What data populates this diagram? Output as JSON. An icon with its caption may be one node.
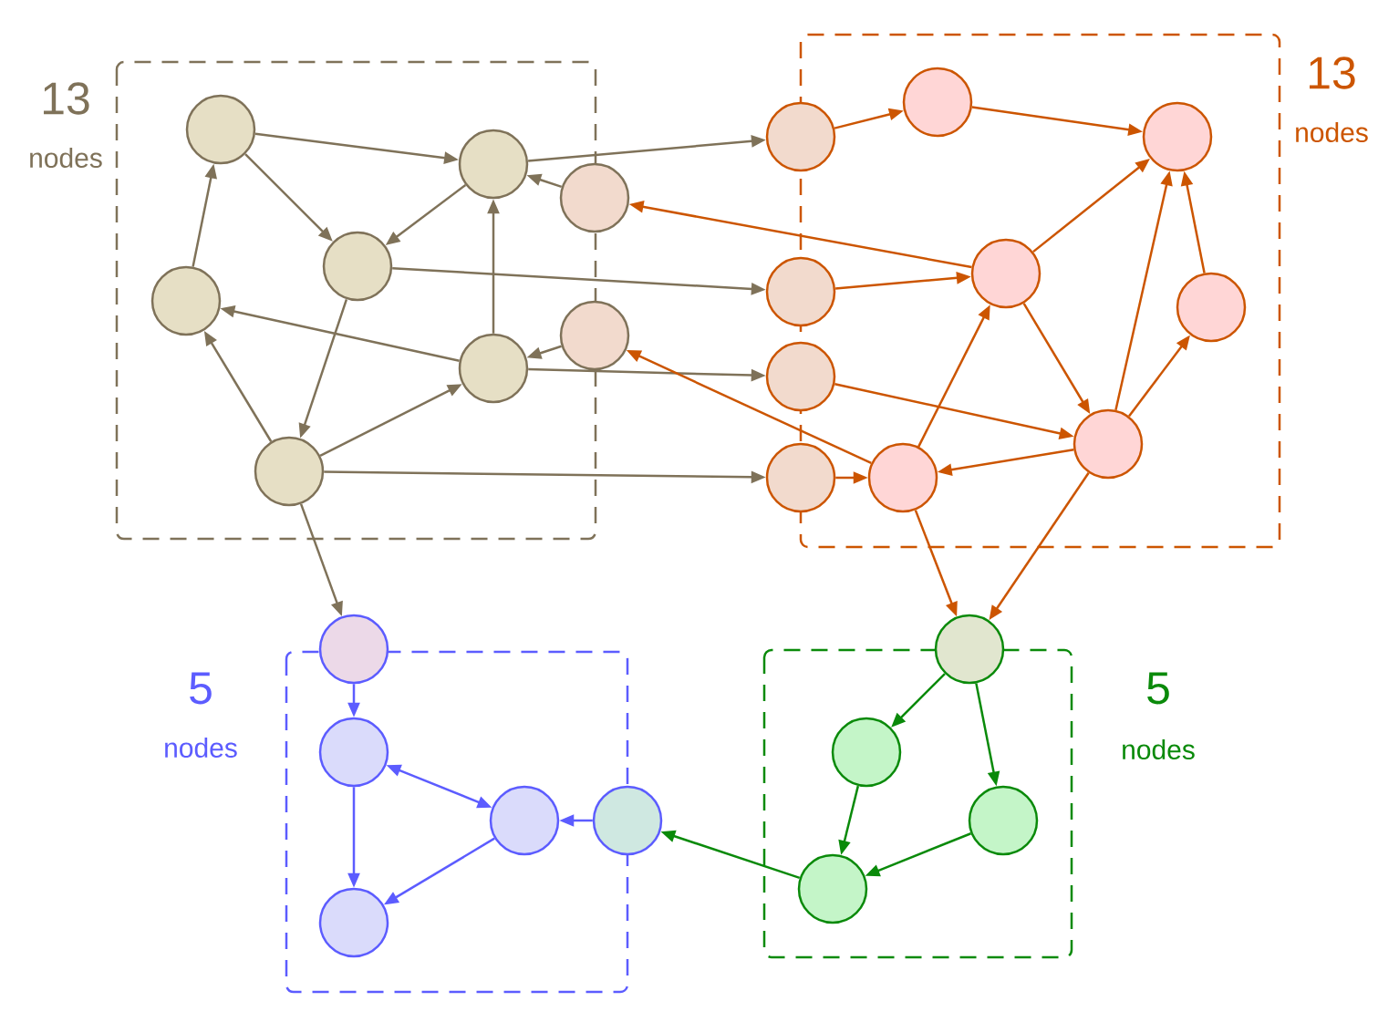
{
  "diagram": {
    "nodes": [
      {
        "text": [
          "13",
          "nodes"
        ]
      },
      {
        "text": [
          "13",
          "nodes"
        ]
      },
      {
        "text": [
          "5",
          "nodes"
        ]
      },
      {
        "text": [
          "5",
          "nodes"
        ]
      },
      {
        "text": [],
        "shape": "circle",
        "in": 0
      },
      {
        "text": [],
        "shape": "circle",
        "in": 0
      },
      {
        "text": [],
        "shape": "circle",
        "in": 0
      },
      {
        "text": [],
        "shape": "circle",
        "in": 0
      },
      {
        "text": [],
        "shape": "circle",
        "in": 0
      },
      {
        "text": [],
        "shape": "circle",
        "in": 0
      },
      {
        "text": [],
        "shape": "circle"
      },
      {
        "text": [],
        "shape": "circle"
      },
      {
        "text": [],
        "shape": "circle"
      },
      {
        "text": [],
        "shape": "circle"
      },
      {
        "text": [],
        "shape": "circle"
      },
      {
        "text": [],
        "shape": "circle"
      },
      {
        "text": [],
        "shape": "circle",
        "in": 1
      },
      {
        "text": [],
        "shape": "circle",
        "in": 1
      },
      {
        "text": [],
        "shape": "circle",
        "in": 1
      },
      {
        "text": [],
        "shape": "circle",
        "in": 1
      },
      {
        "text": [],
        "shape": "circle",
        "in": 1
      },
      {
        "text": [],
        "shape": "circle",
        "in": 1
      },
      {
        "text": [],
        "shape": "circle"
      },
      {
        "text": [],
        "shape": "circle",
        "in": 3
      },
      {
        "text": [],
        "shape": "circle",
        "in": 3
      },
      {
        "text": [],
        "shape": "circle",
        "in": 3
      },
      {
        "text": [],
        "shape": "circle"
      },
      {
        "text": [],
        "shape": "circle"
      },
      {
        "text": [],
        "shape": "circle",
        "in": 2
      },
      {
        "text": [],
        "shape": "circle",
        "in": 2
      },
      {
        "text": [],
        "shape": "circle",
        "in": 2
      }
    ],
    "edges": [
      {
        "from": 4,
        "to": 5,
        "arrow": "to",
        "color": "#7f7259"
      },
      {
        "from": 4,
        "to": 6,
        "arrow": "to",
        "color": "#7f7259"
      },
      {
        "from": 5,
        "to": 6,
        "arrow": "to",
        "color": "#7f7259"
      },
      {
        "from": 7,
        "to": 4,
        "arrow": "to",
        "color": "#7f7259"
      },
      {
        "from": 9,
        "to": 7,
        "arrow": "to",
        "color": "#7f7259"
      },
      {
        "from": 6,
        "to": 9,
        "arrow": "to",
        "color": "#7f7259"
      },
      {
        "from": 9,
        "to": 8,
        "arrow": "to",
        "color": "#7f7259"
      },
      {
        "from": 8,
        "to": 5,
        "arrow": "to",
        "color": "#7f7259"
      },
      {
        "from": 8,
        "to": 7,
        "arrow": "to",
        "color": "#7f7259"
      },
      {
        "from": 10,
        "to": 5,
        "arrow": "to",
        "color": "#7f7259"
      },
      {
        "from": 11,
        "to": 8,
        "arrow": "to",
        "color": "#7f7259"
      },
      {
        "from": 5,
        "to": 12,
        "arrow": "to",
        "color": "#7f7259"
      },
      {
        "from": 6,
        "to": 13,
        "arrow": "to",
        "color": "#7f7259"
      },
      {
        "from": 8,
        "to": 14,
        "arrow": "to",
        "color": "#7f7259"
      },
      {
        "from": 9,
        "to": 15,
        "arrow": "to",
        "color": "#7f7259"
      },
      {
        "from": 9,
        "to": 27,
        "arrow": "to",
        "color": "#7f7259"
      },
      {
        "from": 12,
        "to": 16,
        "arrow": "to",
        "color": "#cc5500"
      },
      {
        "from": 16,
        "to": 17,
        "arrow": "to",
        "color": "#cc5500"
      },
      {
        "from": 18,
        "to": 10,
        "arrow": "to",
        "color": "#cc5500"
      },
      {
        "from": 13,
        "to": 18,
        "arrow": "to",
        "color": "#cc5500"
      },
      {
        "from": 18,
        "to": 17,
        "arrow": "to",
        "color": "#cc5500"
      },
      {
        "from": 18,
        "to": 20,
        "arrow": "to",
        "color": "#cc5500"
      },
      {
        "from": 14,
        "to": 20,
        "arrow": "to",
        "color": "#cc5500"
      },
      {
        "from": 20,
        "to": 17,
        "arrow": "to",
        "color": "#cc5500"
      },
      {
        "from": 20,
        "to": 19,
        "arrow": "to",
        "color": "#cc5500"
      },
      {
        "from": 19,
        "to": 17,
        "arrow": "to",
        "color": "#cc5500"
      },
      {
        "from": 20,
        "to": 21,
        "arrow": "to",
        "color": "#cc5500"
      },
      {
        "from": 15,
        "to": 21,
        "arrow": "to",
        "color": "#cc5500"
      },
      {
        "from": 21,
        "to": 11,
        "arrow": "to",
        "color": "#cc5500"
      },
      {
        "from": 21,
        "to": 18,
        "arrow": "to",
        "color": "#cc5500"
      },
      {
        "from": 21,
        "to": 22,
        "arrow": "to",
        "color": "#cc5500"
      },
      {
        "from": 20,
        "to": 22,
        "arrow": "to",
        "color": "#cc5500"
      },
      {
        "from": 22,
        "to": 23,
        "arrow": "to",
        "color": "#0a8a0a"
      },
      {
        "from": 22,
        "to": 24,
        "arrow": "to",
        "color": "#0a8a0a"
      },
      {
        "from": 23,
        "to": 25,
        "arrow": "to",
        "color": "#0a8a0a"
      },
      {
        "from": 24,
        "to": 25,
        "arrow": "to",
        "color": "#0a8a0a"
      },
      {
        "from": 25,
        "to": 26,
        "arrow": "to",
        "color": "#0a8a0a"
      },
      {
        "from": 27,
        "to": 28,
        "arrow": "to",
        "color": "#5c5cff"
      },
      {
        "from": 28,
        "to": 29,
        "arrow": "both",
        "color": "#5c5cff"
      },
      {
        "from": 28,
        "to": 30,
        "arrow": "to",
        "color": "#5c5cff"
      },
      {
        "from": 29,
        "to": 30,
        "arrow": "to",
        "color": "#5c5cff"
      },
      {
        "from": 26,
        "to": 29,
        "arrow": "to",
        "color": "#5c5cff"
      }
    ]
  }
}
